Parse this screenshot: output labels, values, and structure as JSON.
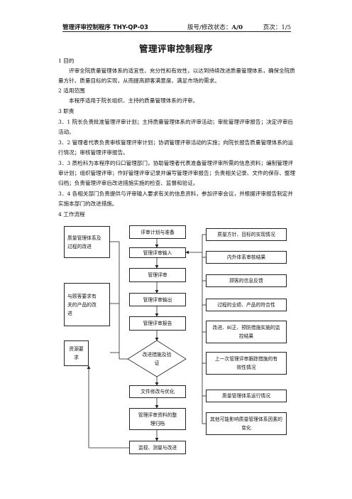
{
  "header": {
    "doc_title": "管理评审控制程序    THY-QP-03",
    "version_label": "版号/修改状态：",
    "version_value": "A/0",
    "page_label": "页次：",
    "page_value": "1/5"
  },
  "title": "管理评审控制程序",
  "sections": {
    "s1_heading": "1   目的",
    "s1_text": "评审全院质量管理体系的适宜性、充分性和有效性，以达到持续改进质量管理体系，确保全院质量方针、质量目标的实现，从而提高顾客满意度、满足市场的需求。",
    "s2_heading": "2   适用范围",
    "s2_text": "本程序适用于院长组织、主持的质量管理体系的评审。",
    "s3_heading": "3   职责",
    "s3_1": "3．1   院长负责批准管理评审计划；主持质量管理体系的评审活动；审批管理评审报告；决定评审后活动。",
    "s3_2": "3．2   管理者代表负责审核管理评审计划；协调管理评审活动的实施；向院长报告质量管理体系的运行情况；审核管理评审报告。",
    "s3_3": "3．3   质检科为本程序的归口管理部门，协助管理者代表准备管理评审所需的信息资料；编制管理评审计划；组织管理评审；作好管理评审记录并编写管理评审报告；负责相关记录、文件的保存、整理归档；负责管理评审后改进措施实施的检查、监督和验证。",
    "s3_4": "3．4   各相关部门负责提供与评审输入要求有关的信息资料，参加评审会议，并根据评审报告制定并实施本部门的改进措施。",
    "s4_heading": "4   工作流程"
  },
  "flow": {
    "left": [
      "质量管理体系及过程的改进",
      "与顾客要求有关的产品的改进",
      "资源要求"
    ],
    "center": [
      "评审计划与准备",
      "管理评审输入",
      "管理评审",
      "管理评审输出",
      "管理评审报告",
      "改进措施及验证",
      "文件修改与优化",
      "管理评审资料的整理归档",
      "监视、测量与改进"
    ],
    "right": [
      "质量方针、目标的实现情况",
      "内外体系审核结果",
      "顾客的信息反馈",
      "过程的业绩、产品的符合性",
      "改进、纠正、预防措施实施的监控结果",
      "上一次管理评审跟踪措施的有效性情况",
      "质量管理体系运行情况",
      "其他可能影响质量管理体系因素的变化"
    ]
  }
}
